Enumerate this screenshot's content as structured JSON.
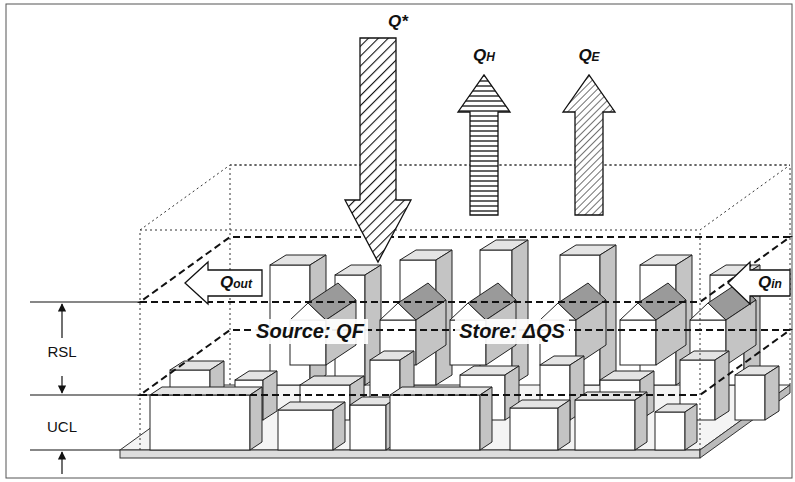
{
  "diagram": {
    "labels": [
      "Q*",
      "QH",
      "QE",
      "Qout",
      "Qin",
      "Source: QF",
      "Store: ΔQS",
      "RSL",
      "UCL"
    ]
  }
}
